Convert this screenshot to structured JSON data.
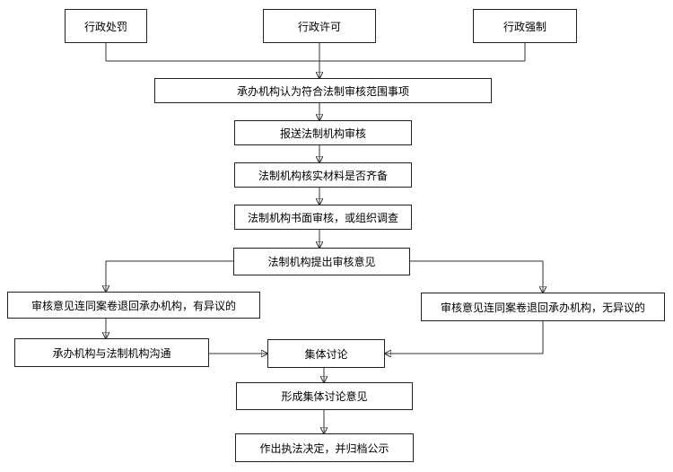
{
  "diagram": {
    "nodes": {
      "admin_penalty": "行政处罚",
      "admin_license": "行政许可",
      "admin_enforcement": "行政强制",
      "legal_scope_confirmed": "承办机构认为符合法制审核范围事项",
      "submit_legal_review": "报送法制机构审核",
      "verify_materials": "法制机构核实材料是否齐备",
      "written_review": "法制机构书面审核，或组织调查",
      "review_opinion": "法制机构提出审核意见",
      "returned_with_objection": "审核意见连同案卷退回承办机构，有异议的",
      "returned_no_objection": "审核意见连同案卷退回承办机构，无异议的",
      "communication": "承办机构与法制机构沟通",
      "group_discussion": "集体讨论",
      "discussion_opinion": "形成集体讨论意见",
      "final_decision": "作出执法决定，并归档公示"
    }
  }
}
